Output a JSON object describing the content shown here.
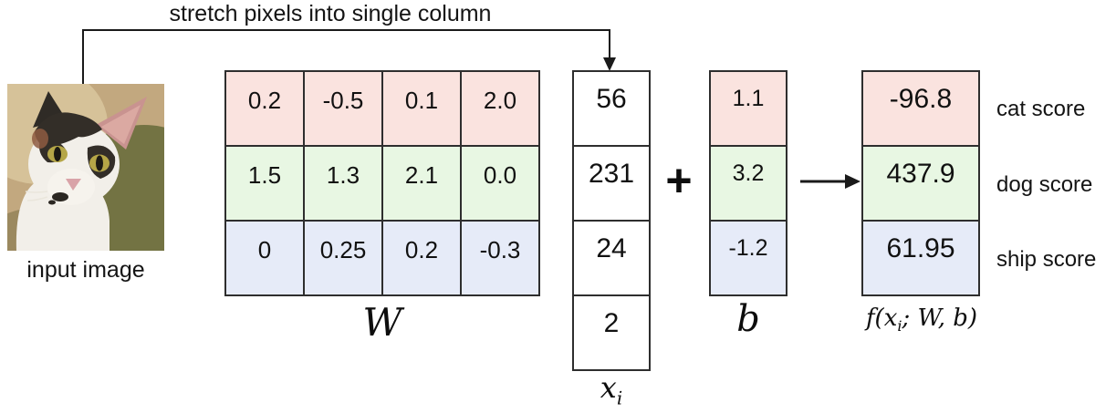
{
  "diagram_title": "stretch pixels into single column",
  "colors": {
    "row_pink": "#fae3df",
    "row_green": "#e8f7e3",
    "row_blue": "#e6ebf8",
    "grid_border": "#2e2e2e",
    "arrow": "#1a1a1a"
  },
  "input_image": {
    "caption": "input image",
    "description": "cat-photo"
  },
  "w_matrix": {
    "label": "W",
    "rows": [
      {
        "values": [
          "0.2",
          "-0.5",
          "0.1",
          "2.0"
        ]
      },
      {
        "values": [
          "1.5",
          "1.3",
          "2.1",
          "0.0"
        ]
      },
      {
        "values": [
          "0",
          "0.25",
          "0.2",
          "-0.3"
        ]
      }
    ]
  },
  "x_vector": {
    "label_main": "x",
    "label_sub": "i",
    "values": [
      "56",
      "231",
      "24",
      "2"
    ]
  },
  "operator_plus": "+",
  "b_vector": {
    "label": "b",
    "values": [
      "1.1",
      "3.2",
      "-1.2"
    ]
  },
  "f_vector": {
    "label_prefix": "f(x",
    "label_sub": "i",
    "label_suffix": "; W, b)",
    "values": [
      "-96.8",
      "437.9",
      "61.95"
    ]
  },
  "score_labels": [
    "cat score",
    "dog score",
    "ship score"
  ]
}
